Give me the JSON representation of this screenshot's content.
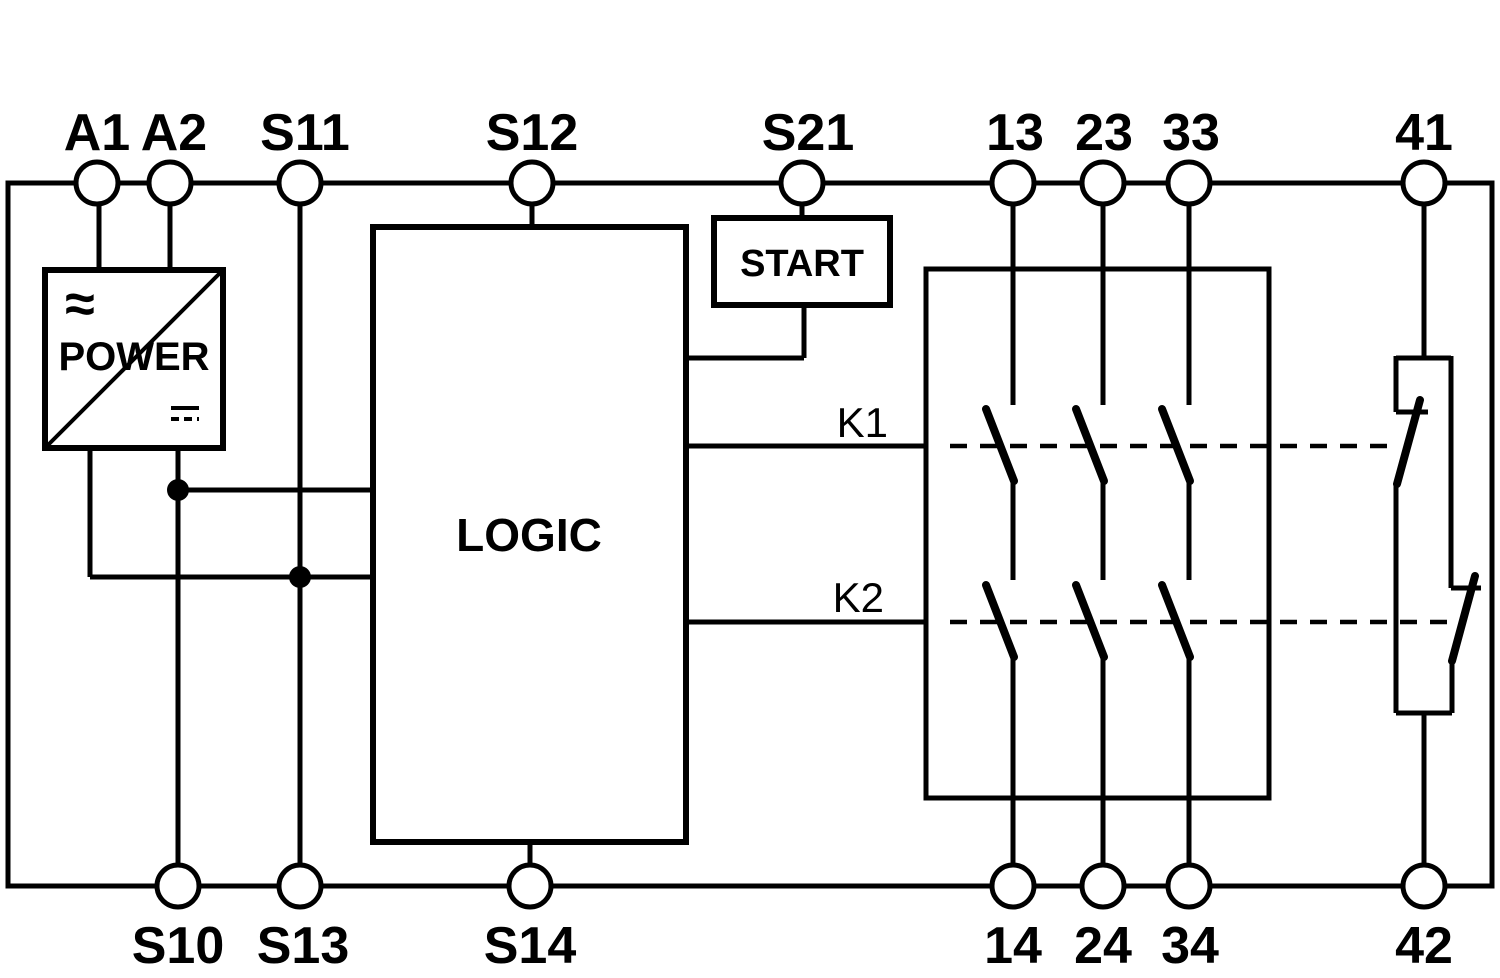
{
  "terminals": {
    "top": [
      {
        "label": "A1"
      },
      {
        "label": "A2"
      },
      {
        "label": "S11"
      },
      {
        "label": "S12"
      },
      {
        "label": "S21"
      },
      {
        "label": "13"
      },
      {
        "label": "23"
      },
      {
        "label": "33"
      },
      {
        "label": "41"
      }
    ],
    "bottom": [
      {
        "label": "S10"
      },
      {
        "label": "S13"
      },
      {
        "label": "S14"
      },
      {
        "label": "14"
      },
      {
        "label": "24"
      },
      {
        "label": "34"
      },
      {
        "label": "42"
      }
    ]
  },
  "blocks": {
    "power": {
      "label": "POWER",
      "ac_symbol": "≈",
      "dc_icon": "dc-solid-bar-over-dashed-bar"
    },
    "logic": {
      "label": "LOGIC"
    },
    "start": {
      "label": "START"
    }
  },
  "relays": [
    {
      "label": "K1"
    },
    {
      "label": "K2"
    }
  ],
  "colors": {
    "line": "#000000",
    "background": "#ffffff"
  }
}
